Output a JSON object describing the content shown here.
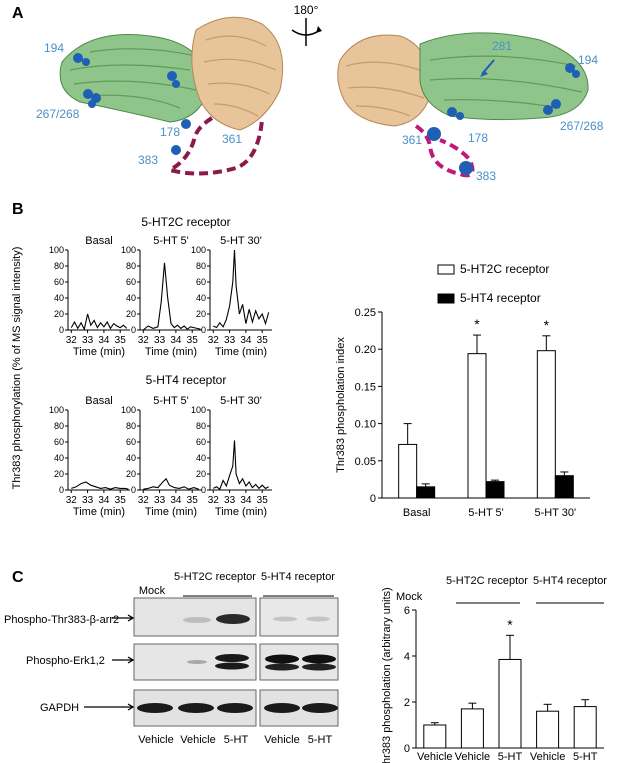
{
  "panels": {
    "a": {
      "label": "A",
      "rotation": "180°",
      "residues_left": [
        "194",
        "267/268",
        "178",
        "361",
        "383"
      ],
      "residues_right": [
        "281",
        "194",
        "267/268",
        "178",
        "361",
        "383"
      ],
      "colors": {
        "arrestin_green": "#8fc58a",
        "receptor_tan": "#e8c49a",
        "loop": "#b0176b",
        "atom": "#1f5fb4",
        "residue_label": "#4a90c8"
      }
    },
    "b": {
      "label": "B",
      "trace_title_2c": "5-HT2C receptor",
      "trace_title_4": "5-HT4 receptor",
      "trace_conditions": [
        "Basal",
        "5-HT 5'",
        "5-HT 30'"
      ],
      "trace_ylabel": "Thr383 phosphorylation (% of MS signal intensity)",
      "trace_xlabel": "Time (min)",
      "trace_xticks": [
        "32",
        "33",
        "34",
        "35"
      ],
      "trace_yticks": [
        "0",
        "20",
        "40",
        "60",
        "80",
        "100"
      ],
      "legend": [
        "5-HT2C receptor",
        "5-HT4 receptor"
      ]
    },
    "c": {
      "label": "C",
      "blot_headers": {
        "mock": "Mock",
        "ht2c": "5-HT2C receptor",
        "ht4": "5-HT4 receptor"
      },
      "blot_rows": [
        "Phospho-Thr383-β-arr2",
        "Phospho-Erk1,2",
        "GAPDH"
      ],
      "lane_labels": [
        "Vehicle",
        "Vehicle",
        "5-HT",
        "Vehicle",
        "5-HT"
      ]
    }
  },
  "chart_data": [
    {
      "type": "line",
      "panel": "B",
      "title": "5-HT2C receptor",
      "xlabel": "Time (min)",
      "ylabel": "Thr383 phosphorylation (% of MS signal intensity)",
      "xlim": [
        31.8,
        35.6
      ],
      "ylim": [
        0,
        100
      ],
      "series": [
        {
          "name": "Basal",
          "x": [
            32,
            32.2,
            32.4,
            32.6,
            32.8,
            33.0,
            33.2,
            33.4,
            33.6,
            33.8,
            34.0,
            34.2,
            34.4,
            34.6,
            34.8,
            35.0,
            35.2,
            35.4
          ],
          "y": [
            3,
            10,
            2,
            9,
            1,
            20,
            6,
            12,
            3,
            9,
            4,
            10,
            2,
            8,
            5,
            3,
            6,
            2
          ]
        },
        {
          "name": "5-HT 5'",
          "x": [
            32,
            32.3,
            32.6,
            32.9,
            33.1,
            33.3,
            33.5,
            33.7,
            33.9,
            34.1,
            34.3,
            34.5,
            34.7,
            34.9,
            35.1,
            35.3,
            35.5
          ],
          "y": [
            0,
            5,
            2,
            4,
            35,
            84,
            40,
            8,
            3,
            6,
            2,
            5,
            1,
            4,
            3,
            2,
            1
          ]
        },
        {
          "name": "5-HT 30'",
          "x": [
            32,
            32.2,
            32.4,
            32.6,
            32.8,
            33.0,
            33.2,
            33.3,
            33.4,
            33.6,
            33.8,
            34.0,
            34.2,
            34.4,
            34.6,
            34.8,
            35.0,
            35.2,
            35.4
          ],
          "y": [
            5,
            3,
            9,
            4,
            13,
            30,
            60,
            100,
            55,
            20,
            32,
            8,
            26,
            10,
            24,
            14,
            20,
            8,
            22
          ]
        }
      ]
    },
    {
      "type": "line",
      "panel": "B",
      "title": "5-HT4 receptor",
      "xlabel": "Time (min)",
      "ylabel": "Thr383 phosphorylation (% of MS signal intensity)",
      "xlim": [
        31.8,
        35.6
      ],
      "ylim": [
        0,
        100
      ],
      "series": [
        {
          "name": "Basal",
          "x": [
            32,
            32.3,
            32.6,
            32.9,
            33.2,
            33.5,
            33.8,
            34.1,
            34.4,
            34.7,
            35.0,
            35.3,
            35.5
          ],
          "y": [
            2,
            4,
            8,
            10,
            6,
            4,
            2,
            3,
            1,
            3,
            2,
            2,
            1
          ]
        },
        {
          "name": "5-HT 5'",
          "x": [
            32,
            32.3,
            32.6,
            32.9,
            33.2,
            33.4,
            33.6,
            33.9,
            34.2,
            34.5,
            34.8,
            35.1,
            35.4
          ],
          "y": [
            1,
            2,
            4,
            3,
            10,
            14,
            6,
            3,
            2,
            4,
            1,
            3,
            1
          ]
        },
        {
          "name": "5-HT 30'",
          "x": [
            32,
            32.2,
            32.4,
            32.6,
            32.8,
            33.0,
            33.2,
            33.3,
            33.4,
            33.6,
            33.8,
            34.0,
            34.2,
            34.4,
            34.6,
            34.8,
            35.0,
            35.2,
            35.4
          ],
          "y": [
            2,
            4,
            1,
            12,
            5,
            18,
            30,
            62,
            20,
            8,
            14,
            5,
            10,
            3,
            7,
            2,
            6,
            2,
            4
          ]
        }
      ]
    },
    {
      "type": "bar",
      "panel": "B",
      "categories": [
        "Basal",
        "5-HT 5'",
        "5-HT 30'"
      ],
      "ylabel": "Thr383 phospholation index",
      "ylim": [
        0,
        0.25
      ],
      "yticks": [
        "0",
        "0.05",
        "0.10",
        "0.15",
        "0.20",
        "0.25"
      ],
      "series": [
        {
          "name": "5-HT2C receptor",
          "values": [
            0.072,
            0.194,
            0.198
          ],
          "errors": [
            0.028,
            0.025,
            0.02
          ],
          "color": "#ffffff"
        },
        {
          "name": "5-HT4 receptor",
          "values": [
            0.015,
            0.022,
            0.03
          ],
          "errors": [
            0.004,
            0.002,
            0.005
          ],
          "color": "#000000"
        }
      ],
      "annotations": [
        "*",
        "*"
      ]
    },
    {
      "type": "bar",
      "panel": "C",
      "categories": [
        "Vehicle",
        "Vehicle",
        "5-HT",
        "Vehicle",
        "5-HT"
      ],
      "group_labels": [
        "Mock",
        "5-HT2C receptor",
        "5-HT4 receptor"
      ],
      "ylabel": "Thr383 phospholation (arbitrary units)",
      "ylim": [
        0,
        6
      ],
      "yticks": [
        "0",
        "2",
        "4",
        "6"
      ],
      "values": [
        1.0,
        1.7,
        3.85,
        1.6,
        1.8
      ],
      "errors": [
        0.1,
        0.25,
        1.05,
        0.3,
        0.3
      ],
      "annotations": [
        "*"
      ]
    }
  ]
}
